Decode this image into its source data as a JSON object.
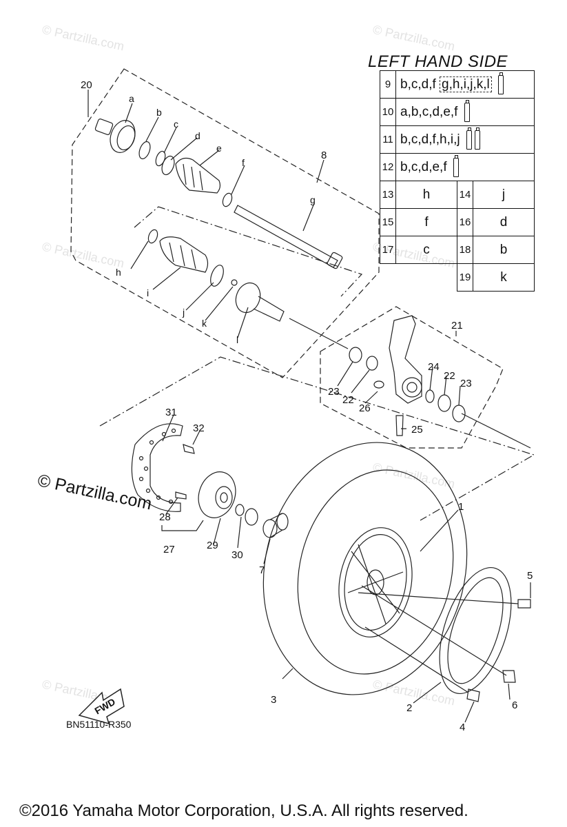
{
  "table": {
    "title": "LEFT HAND SIDE",
    "rows": [
      {
        "num": "9",
        "text": "b,c,d,f",
        "boxed": "g,h,i,j,k,l",
        "tubes": 1
      },
      {
        "num": "10",
        "text": "a,b,c,d,e,f",
        "tubes": 1
      },
      {
        "num": "11",
        "text": "b,c,d,f,h,i,j",
        "tubes": 2
      },
      {
        "num": "12",
        "text": "b,c,d,e,f",
        "tubes": 1
      }
    ],
    "pairs": [
      [
        {
          "num": "13",
          "val": "h"
        },
        {
          "num": "14",
          "val": "j"
        }
      ],
      [
        {
          "num": "15",
          "val": "f"
        },
        {
          "num": "16",
          "val": "d"
        }
      ],
      [
        {
          "num": "17",
          "val": "c"
        },
        {
          "num": "18",
          "val": "b"
        }
      ]
    ],
    "last": {
      "num": "19",
      "val": "k"
    }
  },
  "labels": {
    "n20": "20",
    "a": "a",
    "b": "b",
    "c": "c",
    "d": "d",
    "e": "e",
    "f": "f",
    "g": "g",
    "n8": "8",
    "h": "h",
    "i": "i",
    "j": "j",
    "k": "k",
    "l": "l",
    "n21": "21",
    "n24": "24",
    "n22a": "22",
    "n23a": "23",
    "n23b": "23",
    "n22b": "22",
    "n26": "26",
    "n25": "25",
    "n31": "31",
    "n32": "32",
    "n28": "28",
    "n27": "27",
    "n29": "29",
    "n30": "30",
    "n7": "7",
    "n1": "1",
    "n3": "3",
    "n5": "5",
    "n6": "6",
    "n2": "2",
    "n4": "4"
  },
  "fwd_label": "FWD",
  "watermark": "© Partzilla.com",
  "diagram_code": "BN51110-R350",
  "copyright": "©2016 Yamaha Motor Corporation, U.S.A. All rights reserved."
}
